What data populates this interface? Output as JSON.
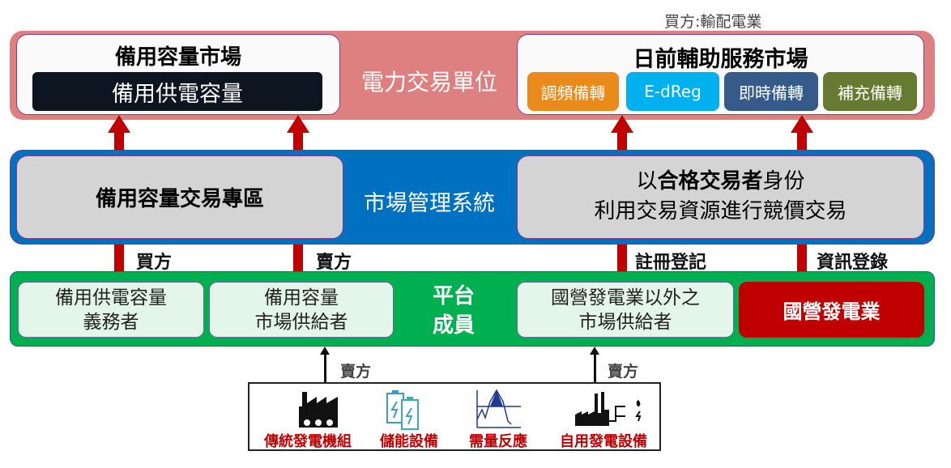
{
  "top": {
    "buyer_note": "買方:輸配電業",
    "center_label": "電力交易單位",
    "reserve_market": {
      "title": "備用容量市場",
      "product": "備用供電容量"
    },
    "ancillary_market": {
      "title": "日前輔助服務市場",
      "products": [
        "調頻備轉",
        "E-dReg",
        "即時備轉",
        "補充備轉"
      ]
    }
  },
  "middle": {
    "center_label": "市場管理系統",
    "left_box": "備用容量交易專區",
    "right_box": {
      "line1_pre": "以",
      "line1_bold": "合格交易者",
      "line1_post": "身份",
      "line2": "利用交易資源進行競價交易"
    }
  },
  "arrow_labels": [
    "買方",
    "賣方",
    "註冊登記",
    "資訊登錄"
  ],
  "bottom": {
    "center_label_1": "平台",
    "center_label_2": "成員",
    "members": [
      {
        "line1": "備用供電容量",
        "line2": "義務者"
      },
      {
        "line1": "備用容量",
        "line2": "市場供給者"
      },
      {
        "line1": "國營發電業以外之",
        "line2": "市場供給者"
      }
    ],
    "state_owned": "國營發電業"
  },
  "sources": {
    "seller_labels": [
      "賣方",
      "賣方"
    ],
    "items": [
      "傳統發電機組",
      "儲能設備",
      "需量反應",
      "自用發電設備"
    ]
  },
  "colors": {
    "pink": "#df8080",
    "blue": "#0070c0",
    "green": "#00b050",
    "red": "#c00000",
    "orange": "#ea8a1a",
    "cyan": "#00b0ef",
    "navy": "#365a8a",
    "olive": "#677a32"
  }
}
